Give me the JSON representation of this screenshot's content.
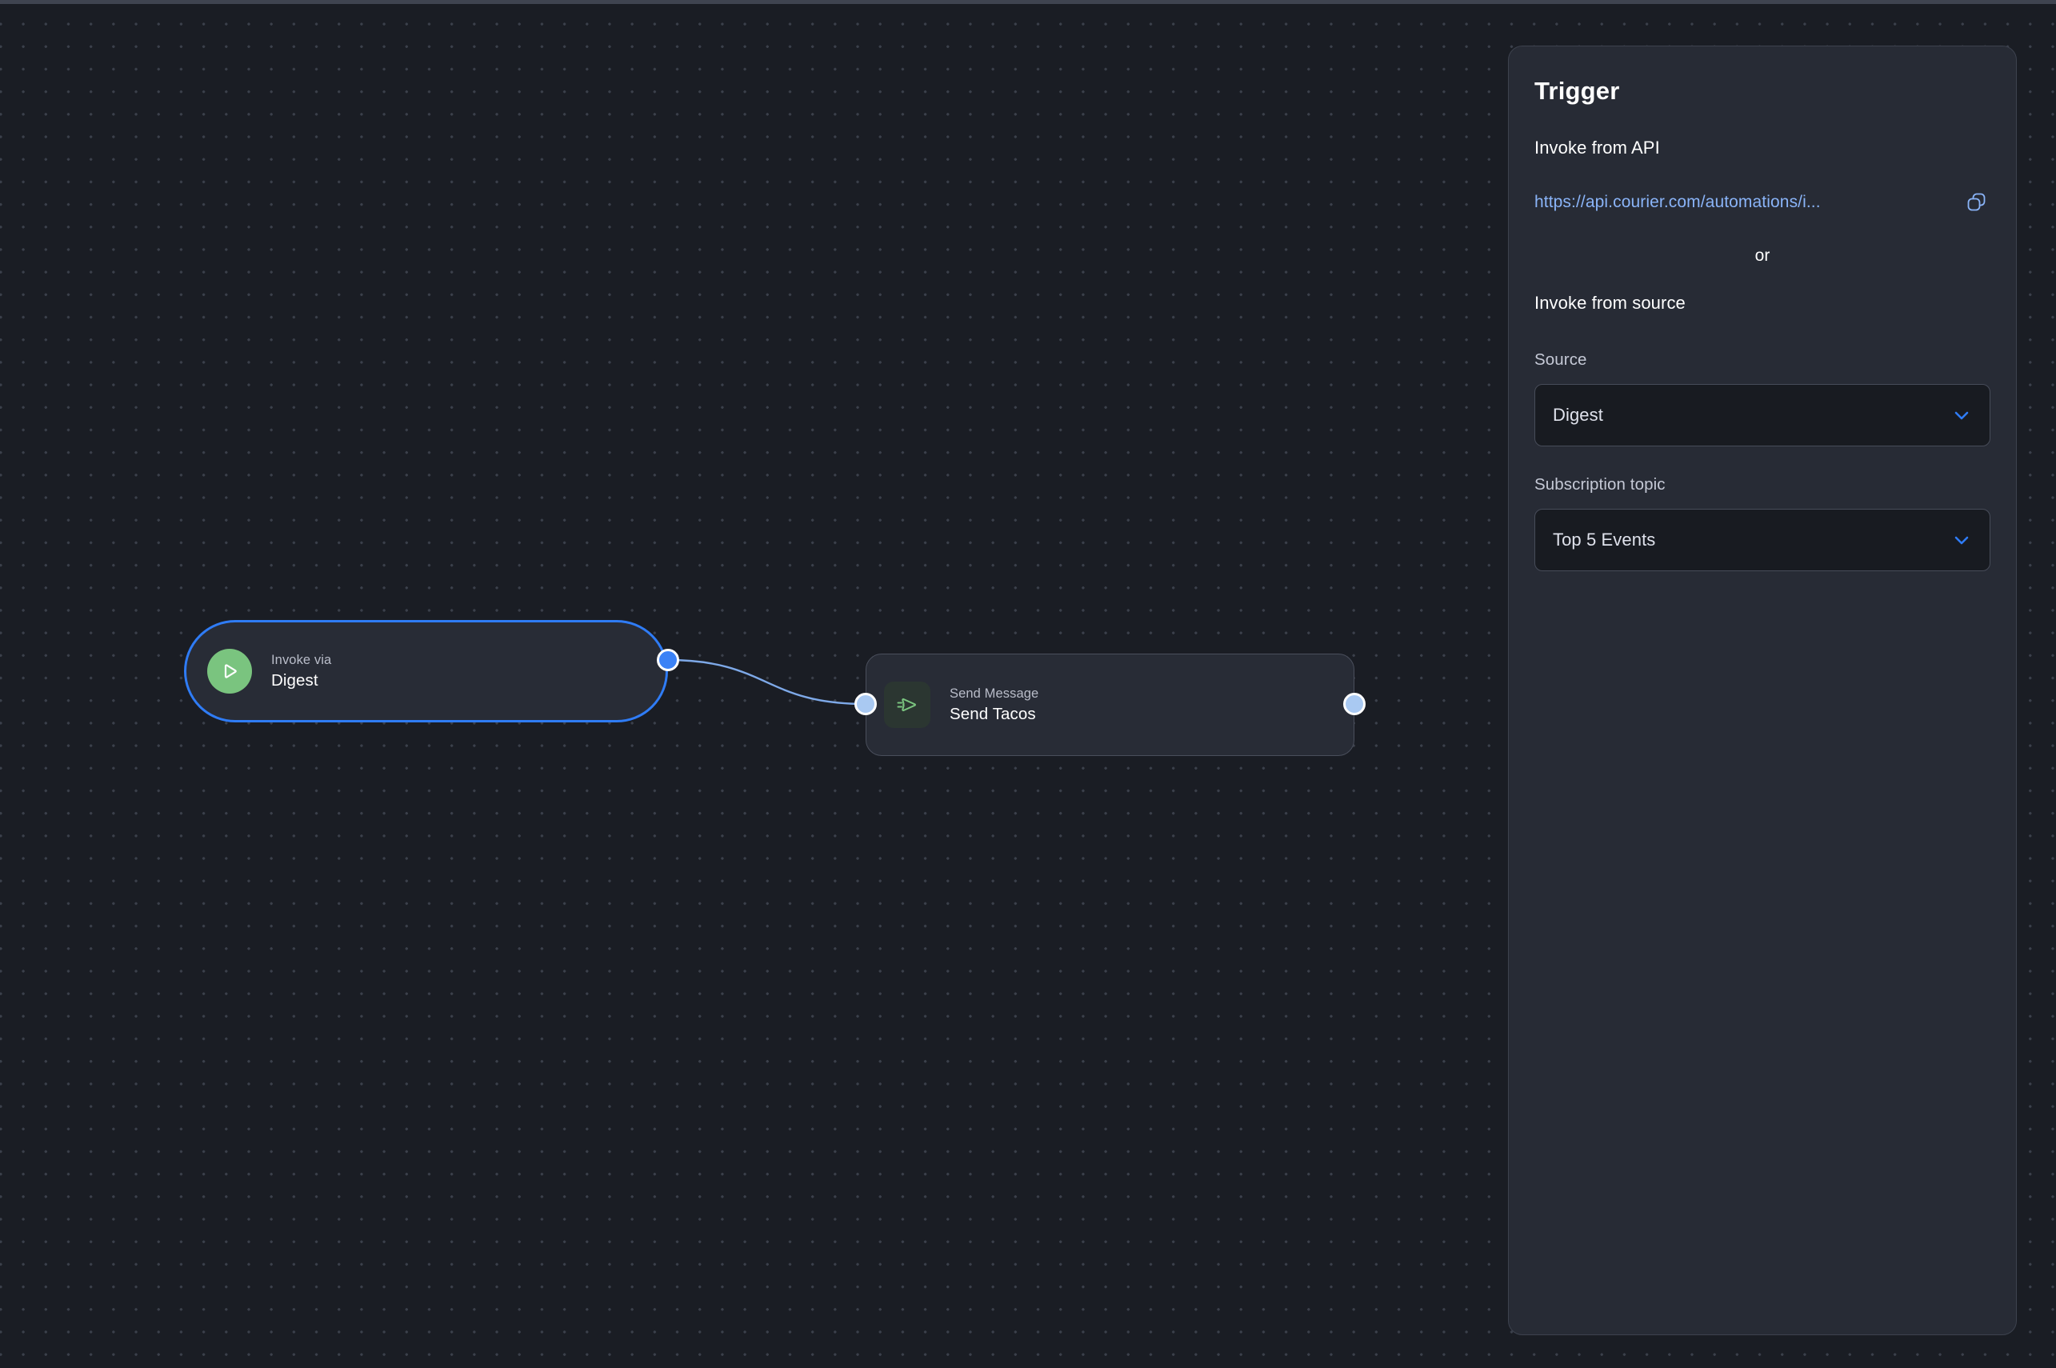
{
  "canvas": {
    "background_color": "#1a1d24",
    "dot_color": "#3b404b",
    "nodes": [
      {
        "id": "trigger",
        "kind": "Invoke via",
        "title": "Digest",
        "icon": "play-circle-icon",
        "icon_color": "#7ac47f",
        "selected": true,
        "border_color": "#2f7cf6"
      },
      {
        "id": "send-message",
        "kind": "Send Message",
        "title": "Send Tacos",
        "icon": "send-message-icon",
        "icon_color": "#7ac47f",
        "selected": false,
        "border_color": "#4a4f5c"
      }
    ],
    "edge": {
      "from": "trigger",
      "to": "send-message",
      "color": "#7ea9e8"
    },
    "handles": {
      "source_color": "#3b82f6",
      "target_color": "#a9c9f2"
    }
  },
  "panel": {
    "title": "Trigger",
    "invoke_api_heading": "Invoke from API",
    "api_url": "https://api.courier.com/automations/i...",
    "copy_icon": "copy-icon",
    "or_label": "or",
    "invoke_source_heading": "Invoke from source",
    "fields": [
      {
        "label": "Source",
        "value": "Digest",
        "chevron": "chevron-down-icon"
      },
      {
        "label": "Subscription topic",
        "value": "Top 5 Events",
        "chevron": "chevron-down-icon"
      }
    ],
    "accent_color": "#2f7cf6",
    "link_color": "#8ab4f8"
  }
}
